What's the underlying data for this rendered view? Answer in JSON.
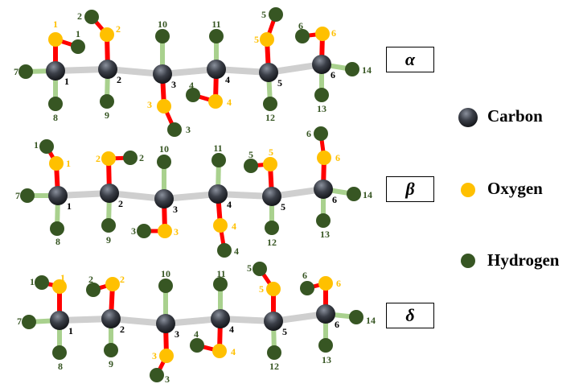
{
  "colors": {
    "carbon": "#3b3f48",
    "oxygen": "#ffc000",
    "hydrogen": "#375623",
    "cc_bond": "#cfcfcf",
    "co_bond": "#ff0000",
    "ch_bond": "#a9d18e",
    "carbon_label": "#000000"
  },
  "molecules": [
    {
      "name": "α",
      "carbon_labels": [
        "1",
        "2",
        "3",
        "4",
        "5",
        "6"
      ],
      "oxygen_labels": [
        "1",
        "2",
        "3",
        "4",
        "5",
        "6"
      ],
      "hydroxyl_h_labels": [
        "1",
        "2",
        "3",
        "4",
        "5",
        "6"
      ],
      "other_h_labels": [
        "7",
        "8",
        "9",
        "10",
        "11",
        "12",
        "13",
        "14"
      ]
    },
    {
      "name": "β",
      "carbon_labels": [
        "1",
        "2",
        "3",
        "4",
        "5",
        "6"
      ],
      "oxygen_labels": [
        "1",
        "2",
        "3",
        "4",
        "5",
        "6"
      ],
      "hydroxyl_h_labels": [
        "1",
        "2",
        "3",
        "4",
        "5",
        "6"
      ],
      "other_h_labels": [
        "7",
        "8",
        "9",
        "10",
        "11",
        "12",
        "13",
        "14"
      ]
    },
    {
      "name": "δ",
      "carbon_labels": [
        "1",
        "2",
        "3",
        "4",
        "5",
        "6"
      ],
      "oxygen_labels": [
        "1",
        "2",
        "3",
        "4",
        "5",
        "6"
      ],
      "hydroxyl_h_labels": [
        "1",
        "2",
        "3",
        "4",
        "5",
        "6"
      ],
      "other_h_labels": [
        "7",
        "8",
        "9",
        "10",
        "11",
        "12",
        "13",
        "14"
      ]
    }
  ],
  "legend": [
    {
      "label": "Carbon",
      "type": "carbon"
    },
    {
      "label": "Oxygen",
      "type": "oxygen"
    },
    {
      "label": "Hydrogen",
      "type": "hydrogen"
    }
  ]
}
